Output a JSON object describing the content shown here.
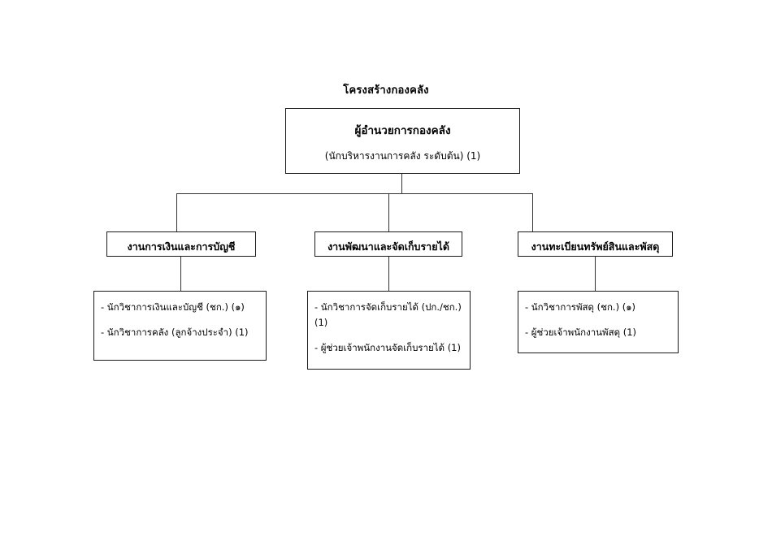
{
  "chart": {
    "title": "โครงสร้างกองคลัง",
    "root": {
      "title": "ผู้อำนวยการกองคลัง",
      "subtitle": "(นักบริหารงานการคลัง ระดับต้น) (1)"
    },
    "branches": [
      {
        "header": "งานการเงินและการบัญชี",
        "items": [
          "- นักวิชาการเงินและบัญชี (ชก.) (๑)",
          "- นักวิชาการคลัง (ลูกจ้างประจำ) (1)"
        ]
      },
      {
        "header": "งานพัฒนาและจัดเก็บรายได้",
        "items": [
          "- นักวิชาการจัดเก็บรายได้ (ปก./ชก.) (1)",
          "- ผู้ช่วยเจ้าพนักงานจัดเก็บรายได้ (1)"
        ]
      },
      {
        "header": "งานทะเบียนทรัพย์สินและพัสดุ",
        "items": [
          "- นักวิชาการพัสดุ (ชก.) (๑)",
          "- ผู้ช่วยเจ้าพนักงานพัสดุ (1)"
        ]
      }
    ]
  },
  "colors": {
    "background": "#ffffff",
    "text": "#000000",
    "box_border": "#1a1a1a",
    "connector": "#333333"
  }
}
